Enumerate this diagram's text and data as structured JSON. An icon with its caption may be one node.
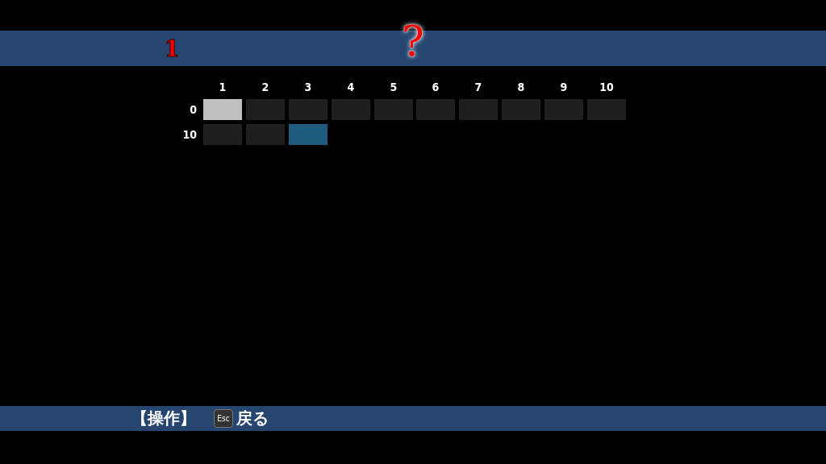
{
  "diagram": {
    "nodes": [
      {
        "text": [],
        "shape": "box"
      },
      {
        "text": [],
        "shape": "box"
      },
      {
        "text": [],
        "shape": "box"
      },
      {
        "text": [],
        "shape": "box"
      },
      {
        "text": [],
        "shape": "box"
      },
      {
        "text": [],
        "shape": "box"
      },
      {
        "text": [],
        "shape": "box"
      },
      {
        "text": [],
        "shape": "box"
      },
      {
        "text": [],
        "shape": "box"
      },
      {
        "text": [],
        "shape": "box"
      },
      {
        "text": [],
        "shape": "box"
      },
      {
        "text": [],
        "shape": "box"
      },
      {
        "text": [],
        "shape": "box"
      }
    ],
    "labels": [
      "1",
      "?",
      "1",
      "2",
      "3",
      "4",
      "5",
      "6",
      "7",
      "8",
      "9",
      "10",
      "0",
      "10",
      "【操作】",
      "Esc",
      "戻る"
    ]
  }
}
